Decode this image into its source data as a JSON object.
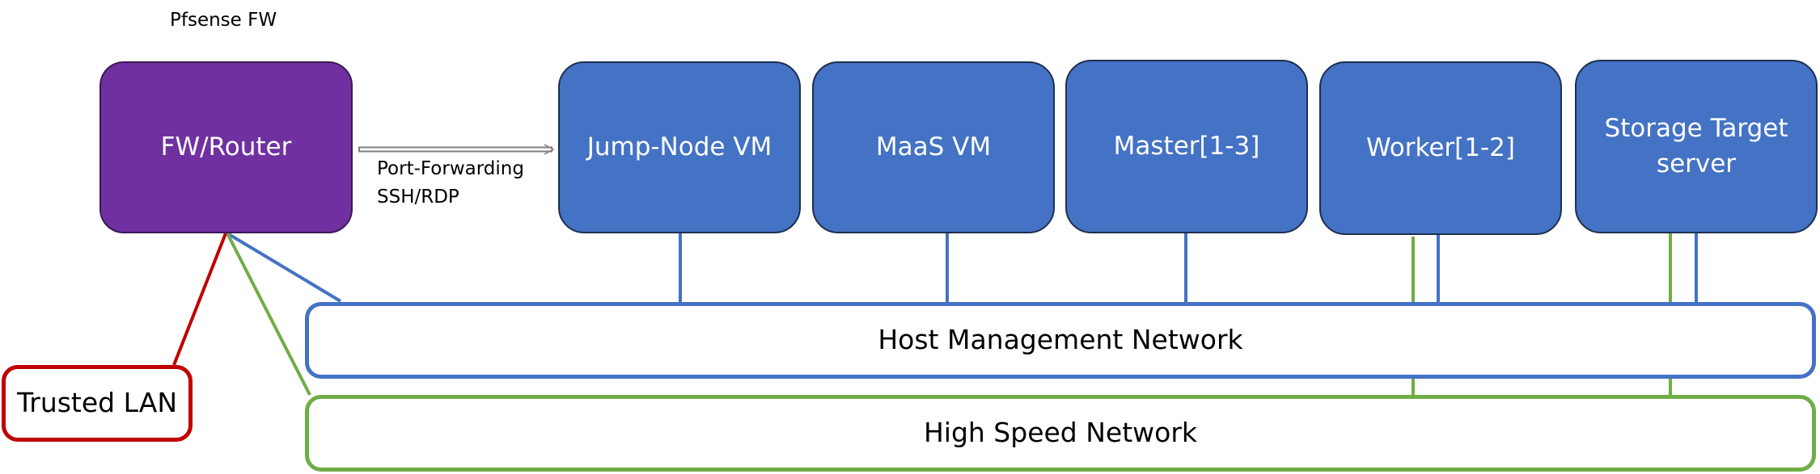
{
  "diagram": {
    "title": "Pfsense  FW",
    "router": {
      "label": "FW/Router",
      "color": "#7030a0"
    },
    "vms": [
      {
        "id": "jump",
        "label": "Jump-Node VM"
      },
      {
        "id": "maas",
        "label": "MaaS VM"
      },
      {
        "id": "master",
        "label": "Master[1-3]"
      },
      {
        "id": "worker",
        "label": "Worker[1-2]"
      },
      {
        "id": "storage",
        "label": "Storage Target server"
      }
    ],
    "port_forwarding": {
      "line1": "Port-Forwarding",
      "line2": "SSH/RDP"
    },
    "networks": {
      "host": {
        "label": "Host Management Network",
        "color": "#4472c4"
      },
      "high_speed": {
        "label": "High Speed Network",
        "color": "#70ad47"
      }
    },
    "trusted_lan": {
      "label": "Trusted LAN",
      "color": "#c00000"
    }
  }
}
